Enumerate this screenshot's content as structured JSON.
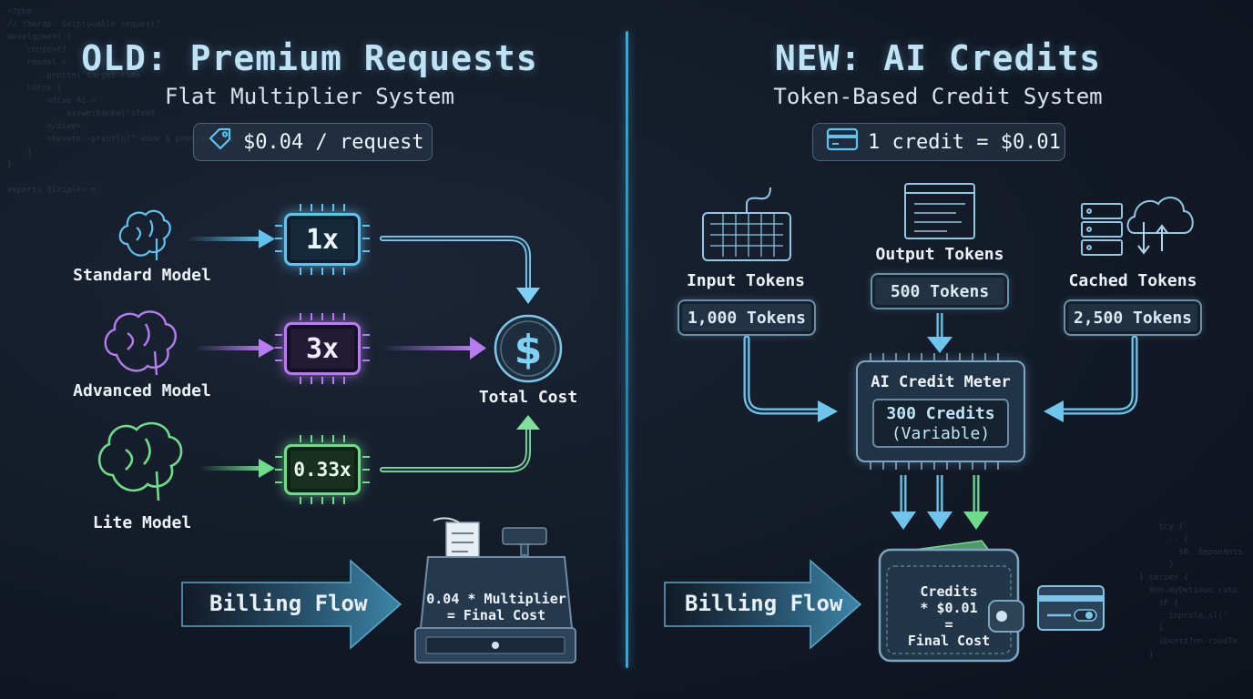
{
  "left": {
    "title": "OLD: Premium Requests",
    "subtitle": "Flat Multiplier System",
    "price_badge": "$0.04 / request",
    "models": [
      {
        "name": "Standard Model",
        "multiplier": "1x",
        "color": "#5fc3ee"
      },
      {
        "name": "Advanced Model",
        "multiplier": "3x",
        "color": "#b77cf0"
      },
      {
        "name": "Lite Model",
        "multiplier": "0.33x",
        "color": "#6fdc8c"
      }
    ],
    "total_label": "Total Cost",
    "billing_label": "Billing Flow",
    "register_line1": "0.04 * Multiplier",
    "register_line2": "= Final Cost"
  },
  "right": {
    "title": "NEW: AI Credits",
    "subtitle": "Token-Based Credit System",
    "price_badge": "1 credit = $0.01",
    "inputs": [
      {
        "name": "Input Tokens",
        "value": "1,000 Tokens"
      },
      {
        "name": "Output Tokens",
        "value": "500 Tokens"
      },
      {
        "name": "Cached Tokens",
        "value": "2,500 Tokens"
      }
    ],
    "meter_title": "AI Credit Meter",
    "meter_value_line1": "300 Credits",
    "meter_value_line2": "(Variable)",
    "billing_label": "Billing Flow",
    "wallet_lines": [
      "Credits",
      "* $0.01",
      "=",
      "Final Cost"
    ]
  },
  "colors": {
    "accent_blue": "#5fc3ee",
    "accent_purple": "#b77cf0",
    "accent_green": "#6fdc8c",
    "divider": "#3aa9d8"
  }
}
